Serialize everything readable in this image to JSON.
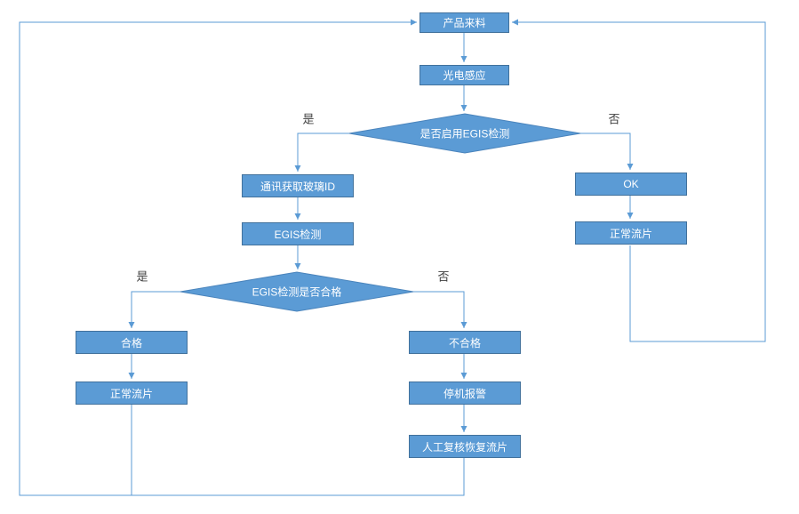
{
  "diagram": {
    "type": "flowchart",
    "colors": {
      "node_fill": "#5b9bd5",
      "node_border": "#41719c",
      "connector": "#5b9bd5",
      "node_text": "#ffffff",
      "edge_label_text": "#3f3f3f",
      "background": "#ffffff"
    },
    "nodes": {
      "product_arrival": "产品来料",
      "photo_sensor": "光电感应",
      "decision_enable": "是否启用EGIS检测",
      "get_glass_id": "通讯获取玻璃ID",
      "egis_test": "EGIS检测",
      "decision_pass": "EGIS检测是否合格",
      "pass": "合格",
      "normal_flow_left": "正常流片",
      "fail": "不合格",
      "stop_alarm": "停机报警",
      "manual_recheck": "人工复核恢复流片",
      "ok": "OK",
      "normal_flow_right": "正常流片"
    },
    "edge_labels": {
      "enable_yes": "是",
      "enable_no": "否",
      "pass_yes": "是",
      "pass_no": "否"
    }
  }
}
